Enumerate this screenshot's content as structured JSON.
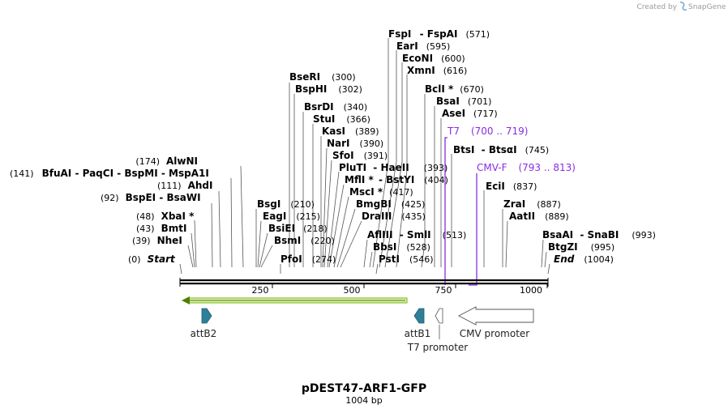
{
  "credit": {
    "prefix": "Created by",
    "brand": "SnapGene"
  },
  "title": "pDEST47-ARF1-GFP",
  "subtitle": "1004 bp",
  "ticks": [
    "250",
    "500",
    "750",
    "1000"
  ],
  "enzymes": [
    {
      "name": "FspI",
      "pair": "FspAI",
      "pos": "(571)"
    },
    {
      "name": "EarI",
      "pos": "(595)"
    },
    {
      "name": "EcoNI",
      "pos": "(600)"
    },
    {
      "name": "XmnI",
      "pos": "(616)"
    },
    {
      "name": "BclI *",
      "pos": "(670)"
    },
    {
      "name": "BsaI",
      "pos": "(701)"
    },
    {
      "name": "AseI",
      "pos": "(717)"
    },
    {
      "name": "BtsI",
      "pair": "BtsαI",
      "pos": "(745)"
    },
    {
      "name": "EciI",
      "pos": "(837)"
    },
    {
      "name": "ZraI",
      "pos": "(887)"
    },
    {
      "name": "AatII",
      "pos": "(889)"
    },
    {
      "name": "BsaAI",
      "pair": "SnaBI",
      "pos": "(993)"
    },
    {
      "name": "BtgZI",
      "pos": "(995)"
    },
    {
      "name": "End",
      "pos": "(1004)"
    },
    {
      "name": "BseRI",
      "pos": "(300)"
    },
    {
      "name": "BspHI",
      "pos": "(302)"
    },
    {
      "name": "BsrDI",
      "pos": "(340)"
    },
    {
      "name": "StuI",
      "pos": "(366)"
    },
    {
      "name": "KasI",
      "pos": "(389)"
    },
    {
      "name": "NarI",
      "pos": "(390)"
    },
    {
      "name": "SfoI",
      "pos": "(391)"
    },
    {
      "name": "PluTI",
      "pair": "HaeII",
      "pos": "(393)"
    },
    {
      "name": "MflI *",
      "pair": "BstYI",
      "pos": "(404)"
    },
    {
      "name": "MscI *",
      "pos": "(417)"
    },
    {
      "name": "BmgBI",
      "pos": "(425)"
    },
    {
      "name": "DraIII",
      "pos": "(435)"
    },
    {
      "name": "AflIII",
      "pair": "SmlI",
      "pos": "(513)"
    },
    {
      "name": "BbsI",
      "pos": "(528)"
    },
    {
      "name": "PstI",
      "pos": "(546)"
    },
    {
      "name": "BsgI",
      "pos": "(210)"
    },
    {
      "name": "EagI",
      "pos": "(215)"
    },
    {
      "name": "BsiEI",
      "pos": "(218)"
    },
    {
      "name": "BsmI",
      "pos": "(220)"
    },
    {
      "name": "PfoI",
      "pos": "(274)"
    },
    {
      "name": "AlwNI",
      "pos": "(174)"
    },
    {
      "name": "BfuAI",
      "pair": "PaqCI",
      "extra": [
        "BspMI",
        "MspA1I"
      ],
      "pos": "(141)"
    },
    {
      "name": "AhdI",
      "pos": "(111)"
    },
    {
      "name": "BspEI",
      "pair": "BsaWI",
      "pos": "(92)"
    },
    {
      "name": "XbaI *",
      "pos": "(48)"
    },
    {
      "name": "BmtI",
      "pos": "(43)"
    },
    {
      "name": "NheI",
      "pos": "(39)"
    },
    {
      "name": "Start",
      "pos": "(0)"
    }
  ],
  "primers": [
    {
      "name": "T7",
      "range": "(700 .. 719)"
    },
    {
      "name": "CMV-F",
      "range": "(793 .. 813)"
    }
  ],
  "features": {
    "attB2": "attB2",
    "attB1": "attB1",
    "t7": "T7 promoter",
    "cmv": "CMV promoter"
  },
  "colors": {
    "gfp_fill": "#d9efb8",
    "gfp_edge": "#7db800",
    "att_fill": "#2f7f99",
    "primer": "#8a2be2",
    "cmv_fill": "#ffffff"
  }
}
